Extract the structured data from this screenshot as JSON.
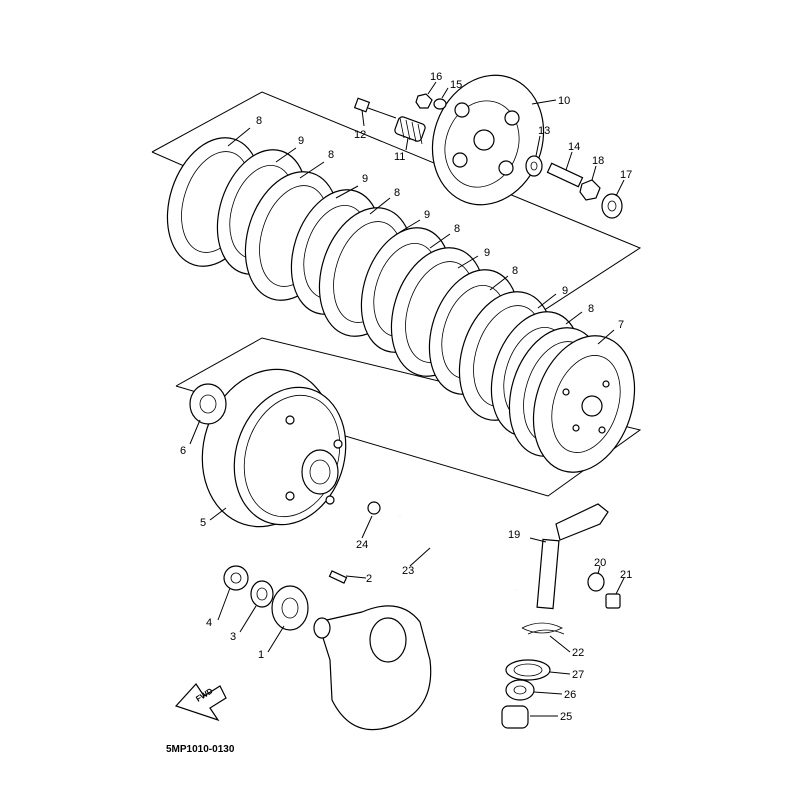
{
  "callouts": {
    "c1": "1",
    "c2": "2",
    "c3": "3",
    "c4": "4",
    "c5": "5",
    "c6": "6",
    "c7": "7",
    "c8a": "8",
    "c8b": "8",
    "c8c": "8",
    "c8d": "8",
    "c8e": "8",
    "c8f": "8",
    "c9a": "9",
    "c9b": "9",
    "c9c": "9",
    "c9d": "9",
    "c9e": "9",
    "c10": "10",
    "c11": "11",
    "c12": "12",
    "c13": "13",
    "c14": "14",
    "c15": "15",
    "c16": "16",
    "c17": "17",
    "c18": "18",
    "c19": "19",
    "c20": "20",
    "c21": "21",
    "c22": "22",
    "c23": "23",
    "c24": "24",
    "c25": "25",
    "c26": "26",
    "c27": "27"
  },
  "diagram_code": "5MP1010-0130",
  "fwd_label": "FWD"
}
